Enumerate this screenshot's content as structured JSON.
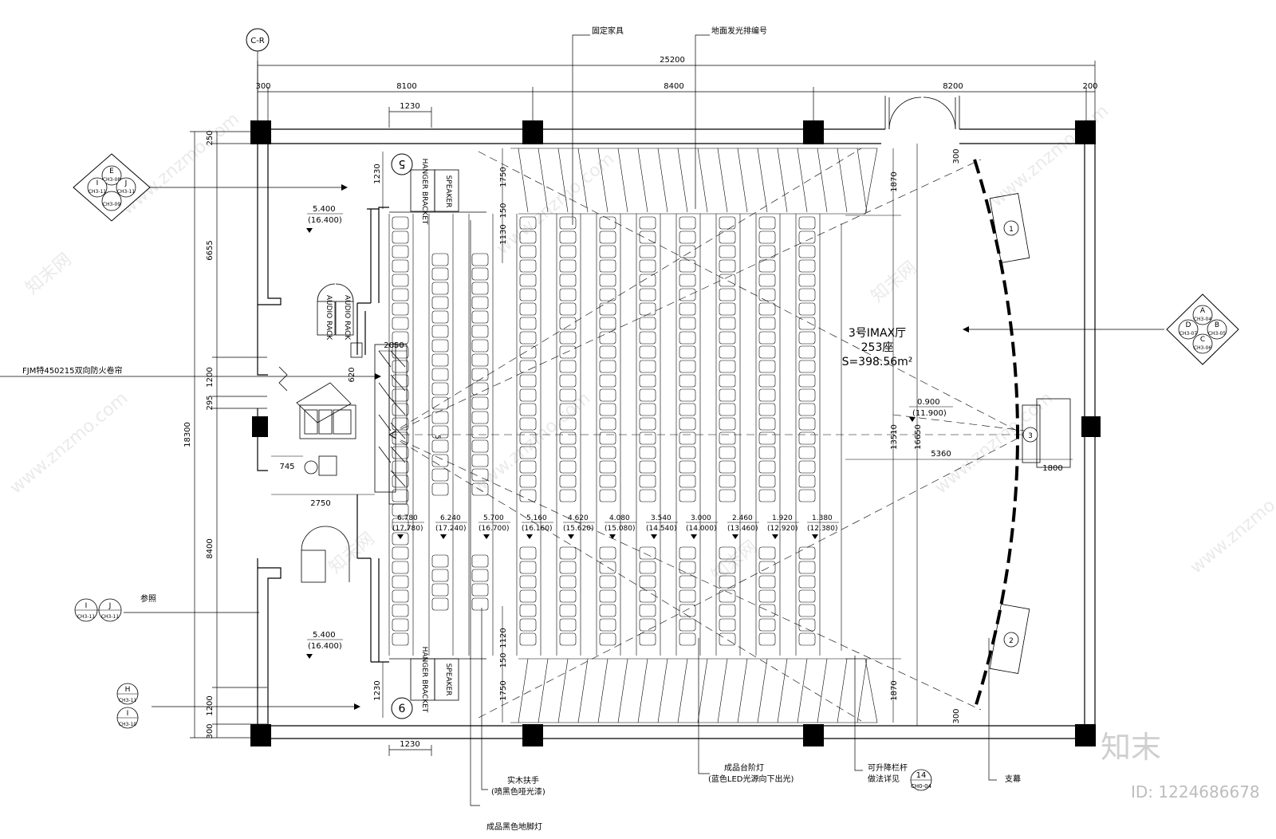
{
  "grid_ref": "C-R",
  "dims_top": {
    "total": "25200",
    "d1": "300",
    "d2": "8100",
    "d3": "8400",
    "d4": "8200",
    "d5": "200",
    "d6": "1230",
    "d7": "1230"
  },
  "dims_left": {
    "a": "250",
    "b": "6655",
    "c": "1200",
    "d": "295",
    "e": "18300",
    "f": "8400",
    "g": "1200",
    "h": "300"
  },
  "dims_interior": {
    "d1230a": "1230",
    "d1750a": "1750",
    "d1130": "1130",
    "d150a": "150",
    "d1120": "1120",
    "d150b": "150",
    "d1750b": "1750",
    "d1230b": "1230",
    "d1870a": "1870",
    "d1870b": "1870",
    "d13510": "13510",
    "d16650": "16650",
    "d5360": "5360",
    "d1800": "1800",
    "d300a": "300",
    "d300b": "300",
    "d2050": "2050",
    "d620": "620",
    "d745": "745",
    "d2750": "2750",
    "d1200b": "1200"
  },
  "levels": {
    "top_left": {
      "v": "5.400",
      "b": "(16.400)"
    },
    "bottom_left": {
      "v": "5.400",
      "b": "(16.400)"
    },
    "center": {
      "v": "0.900",
      "b": "(11.900)"
    }
  },
  "row_levels": [
    {
      "v": "6.780",
      "b": "(17.780)"
    },
    {
      "v": "6.240",
      "b": "(17.240)"
    },
    {
      "v": "5.700",
      "b": "(16.700)"
    },
    {
      "v": "5.160",
      "b": "(16.160)"
    },
    {
      "v": "4.620",
      "b": "(15.620)"
    },
    {
      "v": "4.080",
      "b": "(15.080)"
    },
    {
      "v": "3.540",
      "b": "(14.540)"
    },
    {
      "v": "3.000",
      "b": "(14.000)"
    },
    {
      "v": "2.460",
      "b": "(13.460)"
    },
    {
      "v": "1.920",
      "b": "(12.920)"
    },
    {
      "v": "1.380",
      "b": "(12.380)"
    }
  ],
  "hall": {
    "name": "3号IMAX厅",
    "seats": "253座",
    "area": "S=398.56m²"
  },
  "annotations": {
    "fixed_furniture": "固定家具",
    "floor_light_number": "地面发光排编号",
    "fire_shutter": "FJM特450215双向防火卷帘",
    "reference": "参照",
    "handrail": "实木扶手",
    "handrail_note": "(喷黑色哑光漆)",
    "floor_light": "成品黑色地脚灯",
    "step_light": "成品台阶灯",
    "step_light_note": "(蓝色LED光源向下出光)",
    "barrier": "可升降栏杆",
    "barrier_note": "做法详见",
    "screen_frame": "支幕",
    "speaker": "SPEAKER",
    "hanger": "HANGER BRACKET",
    "audio_rack": "AUDIO RACK",
    "seat_mark": "5"
  },
  "speaker_tags": {
    "top": "5",
    "bottom": "6"
  },
  "screen_tags": [
    "1",
    "3",
    "2"
  ],
  "detail_ref": {
    "num": "14",
    "sheet": "CH0-04"
  },
  "section_tags": {
    "left_top": {
      "top": "E",
      "left": "I",
      "right": "J",
      "bottom": "",
      "t_sheet": "CH3-08",
      "l_sheet": "CH3-11",
      "r_sheet": "CH3-11",
      "b_sheet": "CH3-09"
    },
    "right_mid": {
      "top": "A",
      "left": "D",
      "right": "B",
      "bottom": "C",
      "t_sheet": "CH3-04",
      "l_sheet": "CH3-07",
      "r_sheet": "CH3-05",
      "b_sheet": "CH3-06"
    },
    "left_ij": {
      "i": "I",
      "j": "J",
      "i_sheet": "CH3-11",
      "j_sheet": "CH3-11"
    },
    "left_hi": {
      "h": "H",
      "i": "I",
      "h_sheet": "CH3-11",
      "i_sheet": "CH3-10"
    }
  },
  "watermarks": {
    "site": "www.znzmo.com",
    "cn": "知末网",
    "brand": "知末",
    "id": "ID: 1224686678"
  }
}
